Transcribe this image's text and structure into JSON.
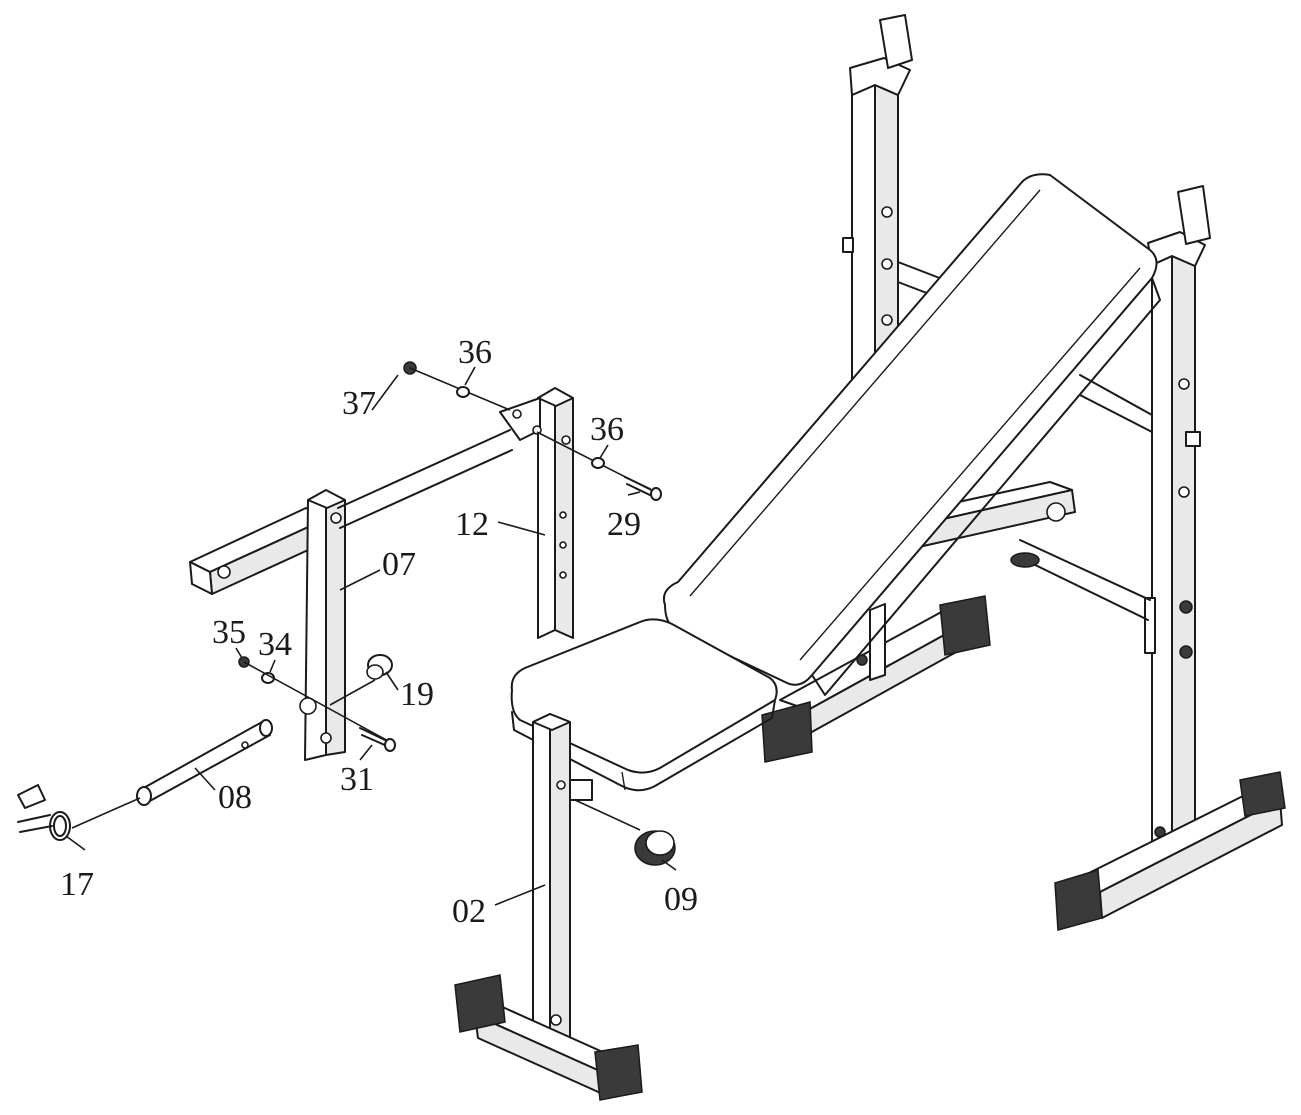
{
  "callouts": {
    "c37": "37",
    "c36a": "36",
    "c36b": "36",
    "c29": "29",
    "c12": "12",
    "c07": "07",
    "c35": "35",
    "c34": "34",
    "c19": "19",
    "c31": "31",
    "c08": "08",
    "c17": "17",
    "c09": "09",
    "c02": "02"
  }
}
